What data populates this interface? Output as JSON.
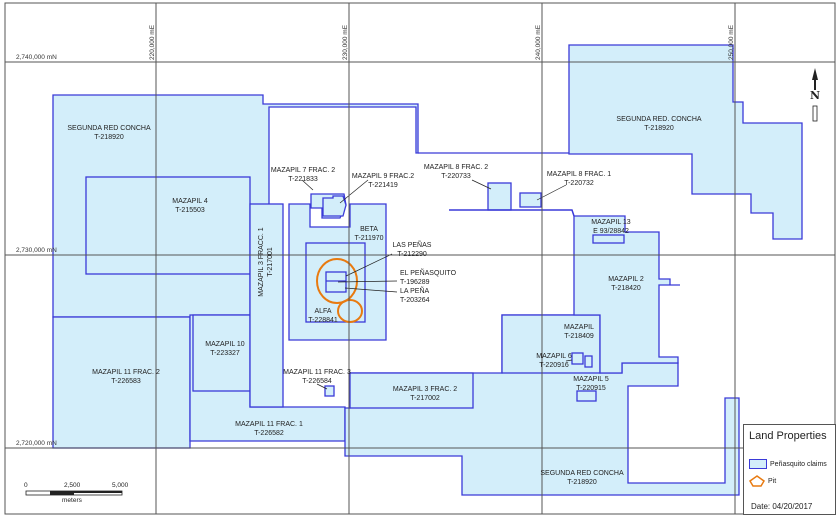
{
  "grid": {
    "eastings": [
      "220,000 mE",
      "230,000 mE",
      "240,000 mE",
      "250,000 mE"
    ],
    "northings": [
      "2,740,000 mN",
      "2,730,000 mN",
      "2,720,000 mN"
    ]
  },
  "claims": [
    {
      "name": "SEGUNDA RED CONCHA",
      "id": "T-218920"
    },
    {
      "name": "SEGUNDA RED. CONCHA",
      "id": "T-218920"
    },
    {
      "name": "MAZAPIL 4",
      "id": "T-215503"
    },
    {
      "name": "MAZAPIL 7 FRAC. 2",
      "id": "T-221833"
    },
    {
      "name": "MAZAPIL 9 FRAC.2",
      "id": "T-221419"
    },
    {
      "name": "MAZAPIL 8 FRAC. 2",
      "id": "T-220733"
    },
    {
      "name": "MAZAPIL 8 FRAC. 1",
      "id": "T-220732"
    },
    {
      "name": "MAZAPIL 13",
      "id": "E 93/28842"
    },
    {
      "name": "BETA",
      "id": "T-211970"
    },
    {
      "name": "LAS PEÑAS",
      "id": "T-212290"
    },
    {
      "name": "EL PEÑASQUITO",
      "id": "T-196289"
    },
    {
      "name": "LA PEÑA",
      "id": "T-203264"
    },
    {
      "name": "ALFA",
      "id": "T-228841"
    },
    {
      "name": "MAZAPIL 3 FRACC. 1",
      "id": "T-217001"
    },
    {
      "name": "MAZAPIL 2",
      "id": "T-218420"
    },
    {
      "name": "MAZAPIL",
      "id": "T-218409"
    },
    {
      "name": "MAZAPIL 6",
      "id": "T-220916"
    },
    {
      "name": "MAZAPIL 5",
      "id": "T-220915"
    },
    {
      "name": "MAZAPIL 10",
      "id": "T-223327"
    },
    {
      "name": "MAZAPIL 11 FRAC. 2",
      "id": "T-226583"
    },
    {
      "name": "MAZAPIL 11 FRAC. 3",
      "id": "T-226584"
    },
    {
      "name": "MAZAPIL 3 FRAC. 2",
      "id": "T-217002"
    },
    {
      "name": "MAZAPIL 11 FRAC. 1",
      "id": "T-226582"
    },
    {
      "name": "SEGUNDA RED CONCHA",
      "id": "T-218920"
    }
  ],
  "north_arrow": {
    "label": "N"
  },
  "scale_bar": {
    "ticks": [
      "0",
      "2,500",
      "5,000"
    ],
    "unit": "meters"
  },
  "legend": {
    "title": "Land Properties",
    "items": [
      {
        "label": "Peñasquito claims",
        "color": "#3a3ad8"
      },
      {
        "label": "Pit",
        "color": "#e87a10"
      }
    ],
    "date": "Date: 04/20/2017"
  },
  "colors": {
    "claim_fill": "#d3eefa",
    "claim_stroke": "#3a3ad8",
    "pit": "#e87a10",
    "grid": "#555555"
  }
}
